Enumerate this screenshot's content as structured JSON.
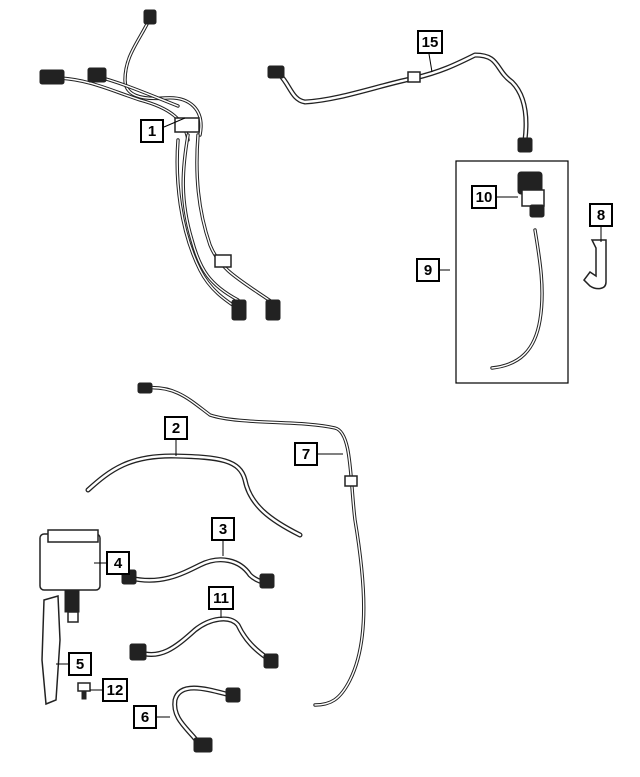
{
  "callouts": [
    {
      "id": "1",
      "label": "1"
    },
    {
      "id": "2",
      "label": "2"
    },
    {
      "id": "3",
      "label": "3"
    },
    {
      "id": "4",
      "label": "4"
    },
    {
      "id": "5",
      "label": "5"
    },
    {
      "id": "6",
      "label": "6"
    },
    {
      "id": "7",
      "label": "7"
    },
    {
      "id": "8",
      "label": "8"
    },
    {
      "id": "9",
      "label": "9"
    },
    {
      "id": "10",
      "label": "10"
    },
    {
      "id": "11",
      "label": "11"
    },
    {
      "id": "12",
      "label": "12"
    },
    {
      "id": "15",
      "label": "15"
    }
  ]
}
